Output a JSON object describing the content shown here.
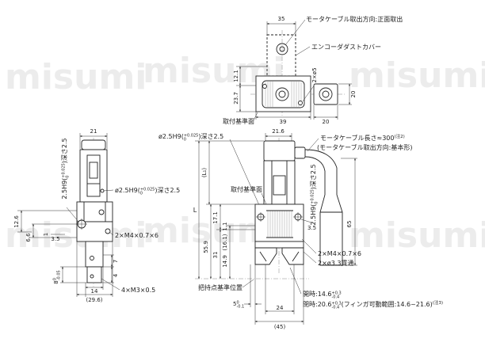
{
  "watermark": "misumi",
  "top_view": {
    "dim_width": "35",
    "cable_direction_label": "モータケーブル取出方向:正面取出",
    "dust_cover_label": "エンコーダダストカバー",
    "holes_label": "2×ø5",
    "dim_12_1": "12.1",
    "dim_23_7": "23.7",
    "dim_side_height": "20",
    "mount_ref_label": "取付基準面",
    "dim_39": "39",
    "dim_side_width": "20"
  },
  "left_view": {
    "dim_21": "21",
    "pin_hole_side": {
      "prefix": "2.5H9(",
      "upper": "+0.025",
      "lower": "0",
      "suffix": ")深さ2.5"
    },
    "pin_hole": {
      "prefix": "ø2.5H9(",
      "upper": "+0.025",
      "lower": "0",
      "suffix": ")深さ2.5"
    },
    "dim_12_6": "12.6",
    "dim_6_6": "6.6",
    "dim_1": "1",
    "dim_3_5": "3.5",
    "thread_m4": "2×M4×0.7×6",
    "dim_7": "7",
    "dim_4": "4",
    "dim_8": {
      "value": "8",
      "upper": "0",
      "lower": "-0.05"
    },
    "dim_14": "14",
    "dim_29_6": "(29.6)",
    "thread_m3": "4×M3×0.5"
  },
  "front_view": {
    "dim_21_6": "21.6",
    "pin_hole": {
      "prefix": "ø2.5H9(",
      "upper": "+0.025",
      "lower": "0",
      "suffix": ")深さ2.5"
    },
    "cable_length_label": "モータケーブル長さ≈300",
    "cable_length_note": "(注2)",
    "cable_direction_label": "(モータケーブル取出方向:基本形)",
    "dim_l1": "(L₁)",
    "dim_l": "L",
    "mount_ref_label": "取付基準面",
    "pin_hole_side": {
      "prefix": "2.5H9(",
      "upper": "+0.025",
      "lower": "0",
      "suffix": ")深さ2.5"
    },
    "dim_55_9": "55.9",
    "dim_17_1": "17.1",
    "dim_31": "31",
    "dim_1_1": "1.1",
    "dim_16_1": "(16.1)",
    "dim_14_9": "14.9",
    "dim_3_5": "3.5",
    "dim_65": "65",
    "thread_m4": "2×M4×0.7×6",
    "through_hole": "2×ø3.3貫通",
    "grip_ref_label": "把持点基準位置",
    "open_label": {
      "prefix": "開時:14.6",
      "upper": "+0.3",
      "lower": "-0.4"
    },
    "closed_label": {
      "prefix": "閉時:20.6",
      "upper": "+0.3",
      "lower": "-0.4",
      "suffix": "(フィンガ可動範囲:14.6~21.6)",
      "note": "(注3)"
    },
    "dim_5": {
      "value": "5",
      "upper": "0",
      "lower": "-0.1"
    },
    "dim_24": "24",
    "dim_45": "(45)"
  }
}
